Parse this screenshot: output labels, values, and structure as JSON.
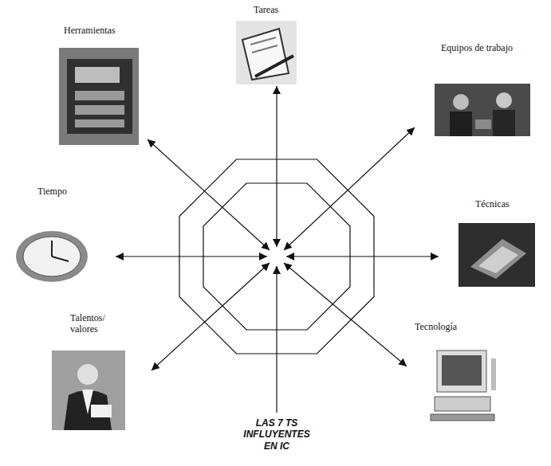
{
  "diagram": {
    "caption": "LAS 7 TS INFLUYENTES EN IC",
    "nodes": [
      {
        "text": [
          "Tareas"
        ]
      },
      {
        "text": [
          "Herramientas"
        ]
      },
      {
        "text": [
          "Equipos de trabajo"
        ]
      },
      {
        "text": [
          "Tiempo"
        ]
      },
      {
        "text": [
          "Técnicas"
        ]
      },
      {
        "text": [
          "Talentos/ valores"
        ]
      },
      {
        "text": [
          "Tecnología"
        ]
      }
    ]
  }
}
